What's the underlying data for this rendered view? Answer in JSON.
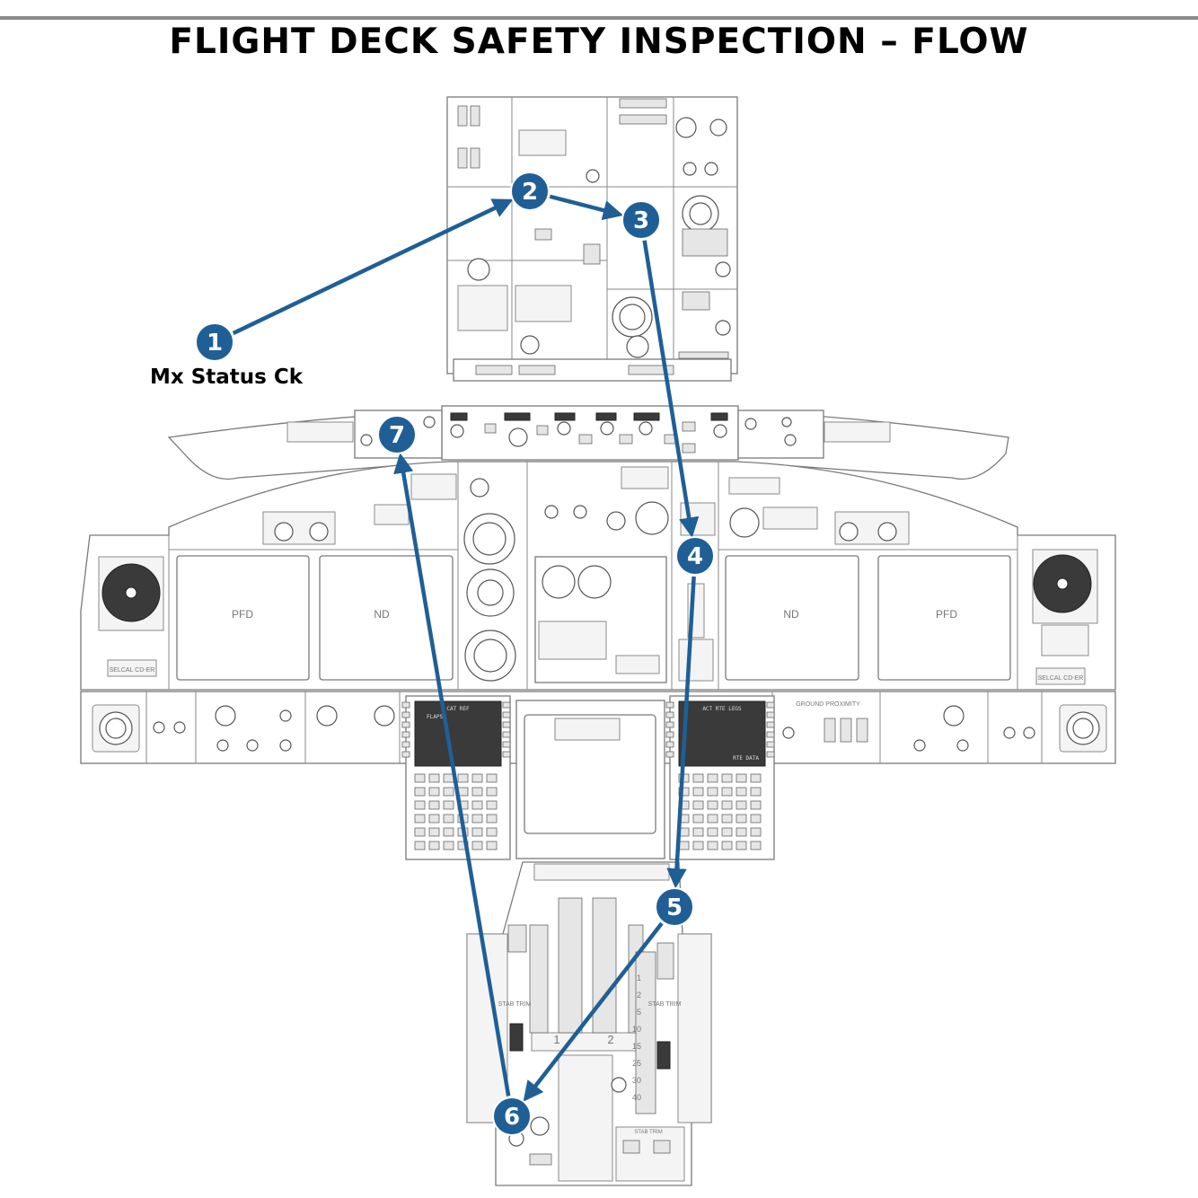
{
  "title": "FLIGHT DECK SAFETY INSPECTION – FLOW",
  "accent_color": "#1f5f96",
  "flow_steps": [
    {
      "number": "1",
      "caption": "Mx Status Ck"
    },
    {
      "number": "2",
      "caption": ""
    },
    {
      "number": "3",
      "caption": ""
    },
    {
      "number": "4",
      "caption": ""
    },
    {
      "number": "5",
      "caption": ""
    },
    {
      "number": "6",
      "caption": ""
    },
    {
      "number": "7",
      "caption": ""
    }
  ],
  "flow_sequence": [
    "1",
    "2",
    "3",
    "4",
    "5",
    "6",
    "7"
  ],
  "panels": {
    "pfd_left": "PFD",
    "nd_left": "ND",
    "nd_right": "ND",
    "pfd_right": "PFD",
    "selcal_left": "SELCAL CD-ER",
    "selcal_right": "SELCAL CD-ER",
    "ground_proximity": "GROUND PROXIMITY",
    "stab_trim_left": "STAB TRIM",
    "stab_trim_right": "STAB TRIM",
    "stab_trim_bottom": "STAB TRIM",
    "throttle_1": "1",
    "throttle_2": "2",
    "trim_scale": [
      "1",
      "2",
      "5",
      "10",
      "15",
      "25",
      "30",
      "40"
    ],
    "cdu_left_line1": "CAT REF",
    "cdu_left_line2": "FLAPS",
    "cdu_right_line1": "ACT RTE LEGS",
    "cdu_right_line2": "RTE DATA"
  }
}
